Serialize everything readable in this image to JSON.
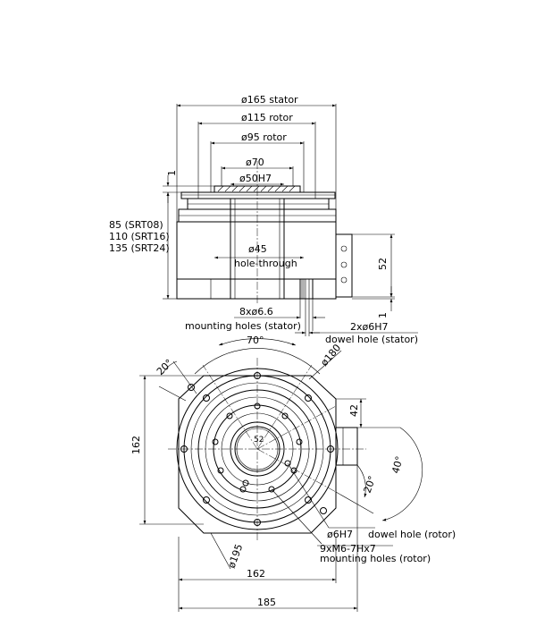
{
  "top_view": {
    "dim_stator": "ø165 stator",
    "dim_rotor115": "ø115 rotor",
    "dim_rotor95": "ø95 rotor",
    "dim_70": "ø70",
    "dim_50h7": "ø50H7",
    "dim_1_top": "1",
    "height_85": "85 (SRT08)",
    "height_110": "110 (SRT16)",
    "height_135": "135 (SRT24)",
    "dim_45": "ø45",
    "hole_through": "hole-through",
    "dim_52": "52",
    "dim_1_bottom": "1",
    "dim_8x66": "8xø6.6",
    "mounting_stator": "mounting holes (stator)",
    "dim_2x6h7": "2xø6H7",
    "dowel_stator": "dowel hole (stator)"
  },
  "bottom_view": {
    "angle_70": "70°",
    "angle_20_left": "20°",
    "dim_180": "ø180",
    "dim_42": "42",
    "dim_162_vert": "162",
    "dim_52_small": "52",
    "angle_40": "40°",
    "angle_20_right": "20°",
    "dim_6h7": "ø6H7",
    "dowel_rotor": "dowel hole (rotor)",
    "dim_9xm6": "9xM6-7Hx7",
    "mounting_rotor": "mounting holes (rotor)",
    "dim_195": "ø195",
    "dim_162_horiz": "162",
    "dim_185": "185"
  }
}
